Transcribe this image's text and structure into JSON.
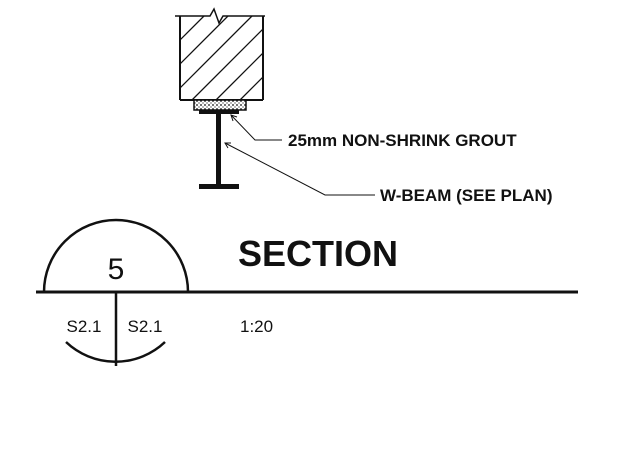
{
  "annotations": {
    "grout_label": "25mm NON-SHRINK GROUT",
    "beam_label": "W-BEAM (SEE PLAN)"
  },
  "section_marker": {
    "number": "5",
    "sheet_ref_left": "S2.1",
    "sheet_ref_right": "S2.1"
  },
  "title_block": {
    "title": "SECTION",
    "scale": "1:20"
  },
  "colors": {
    "ink": "#111111",
    "background": "#ffffff"
  }
}
